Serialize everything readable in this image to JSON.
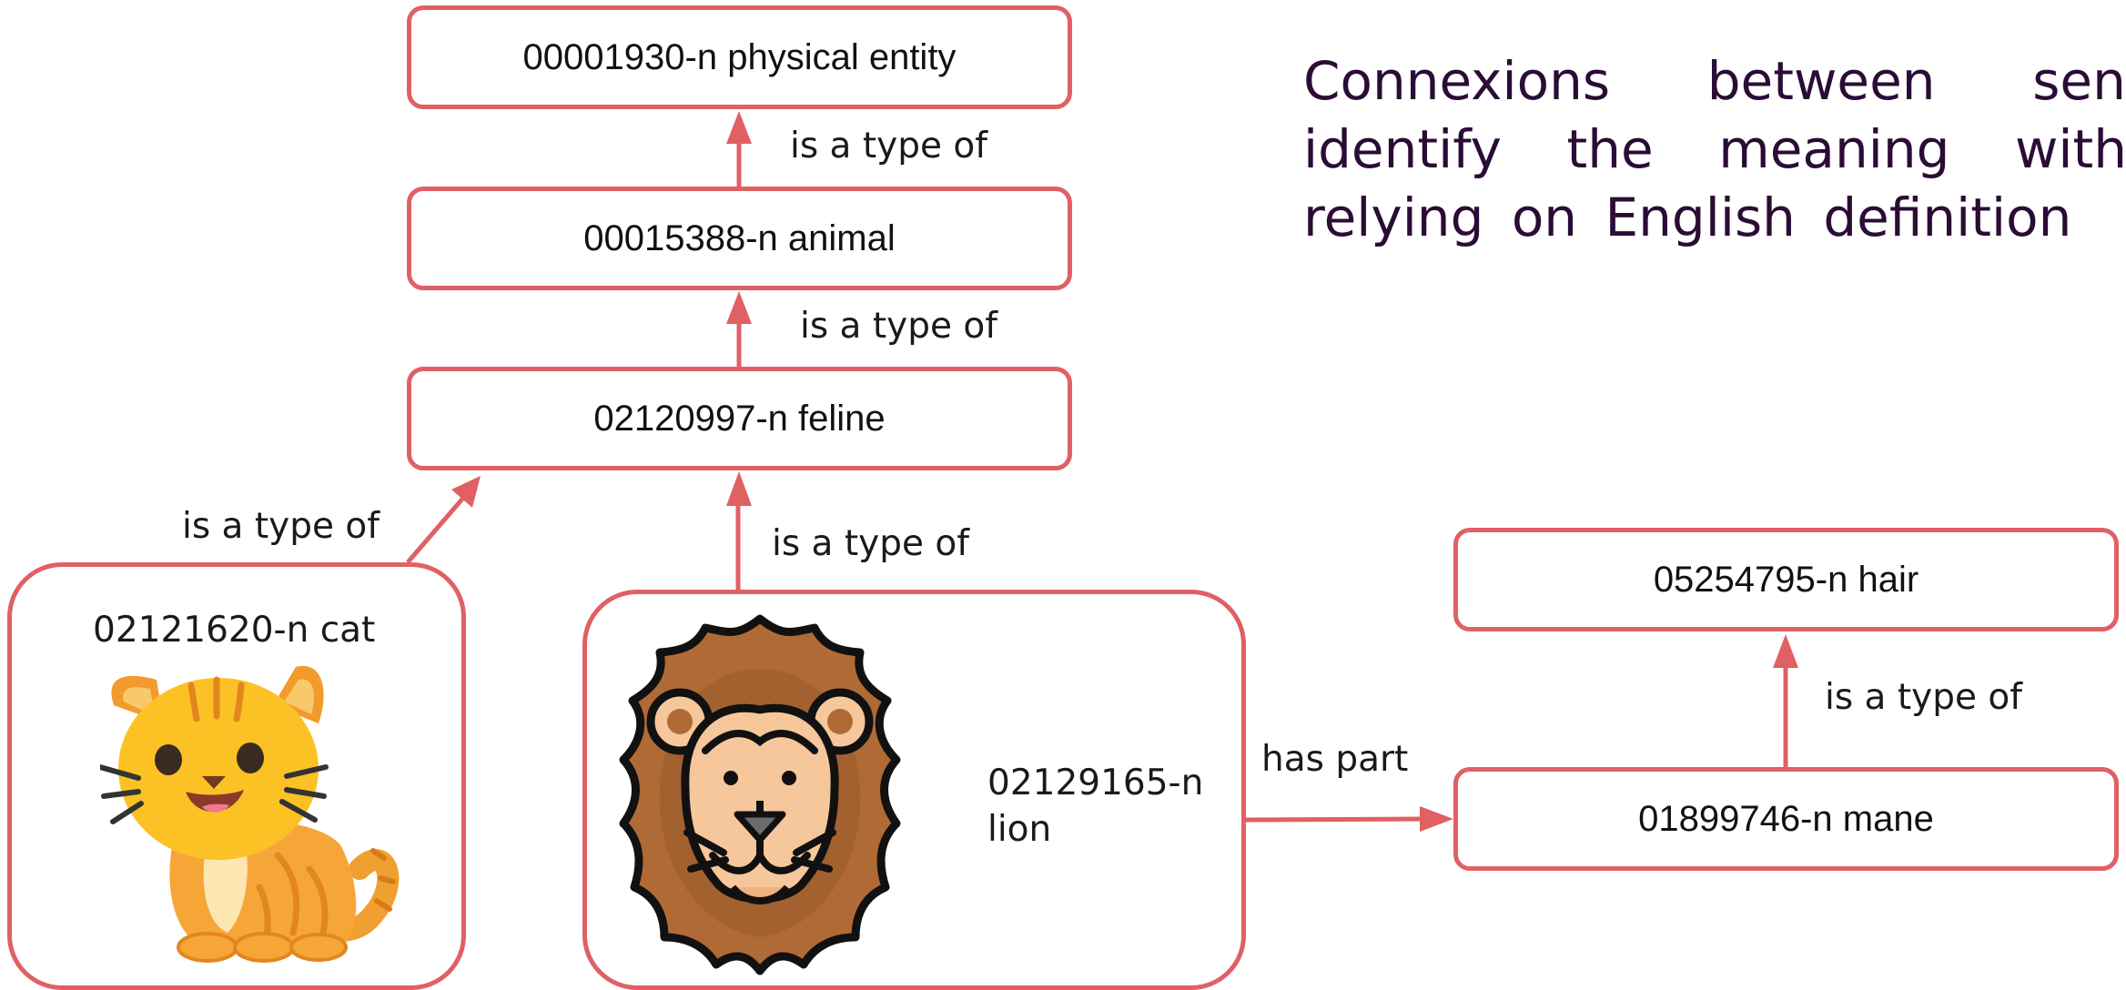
{
  "heading": "Connexions between senses identify the meaning without relying on English definition",
  "nodes": {
    "physical_entity": "00001930-n physical entity",
    "animal": "00015388-n animal",
    "feline": "02120997-n feline",
    "cat": "02121620-n cat",
    "lion_line1": "02129165-n",
    "lion_line2": "lion",
    "hair": "05254795-n hair",
    "mane": "01899746-n mane"
  },
  "edges": {
    "animal_to_physical": "is a type of",
    "feline_to_animal": "is a type of",
    "cat_to_feline": "is a type of",
    "lion_to_feline": "is a type of",
    "lion_to_mane": "has part",
    "mane_to_hair": "is a type of"
  },
  "colors": {
    "border": "#e06064",
    "heading": "#2b0c35"
  },
  "icons": {
    "cat": "cat-emoji-icon",
    "lion": "lion-face-icon"
  }
}
